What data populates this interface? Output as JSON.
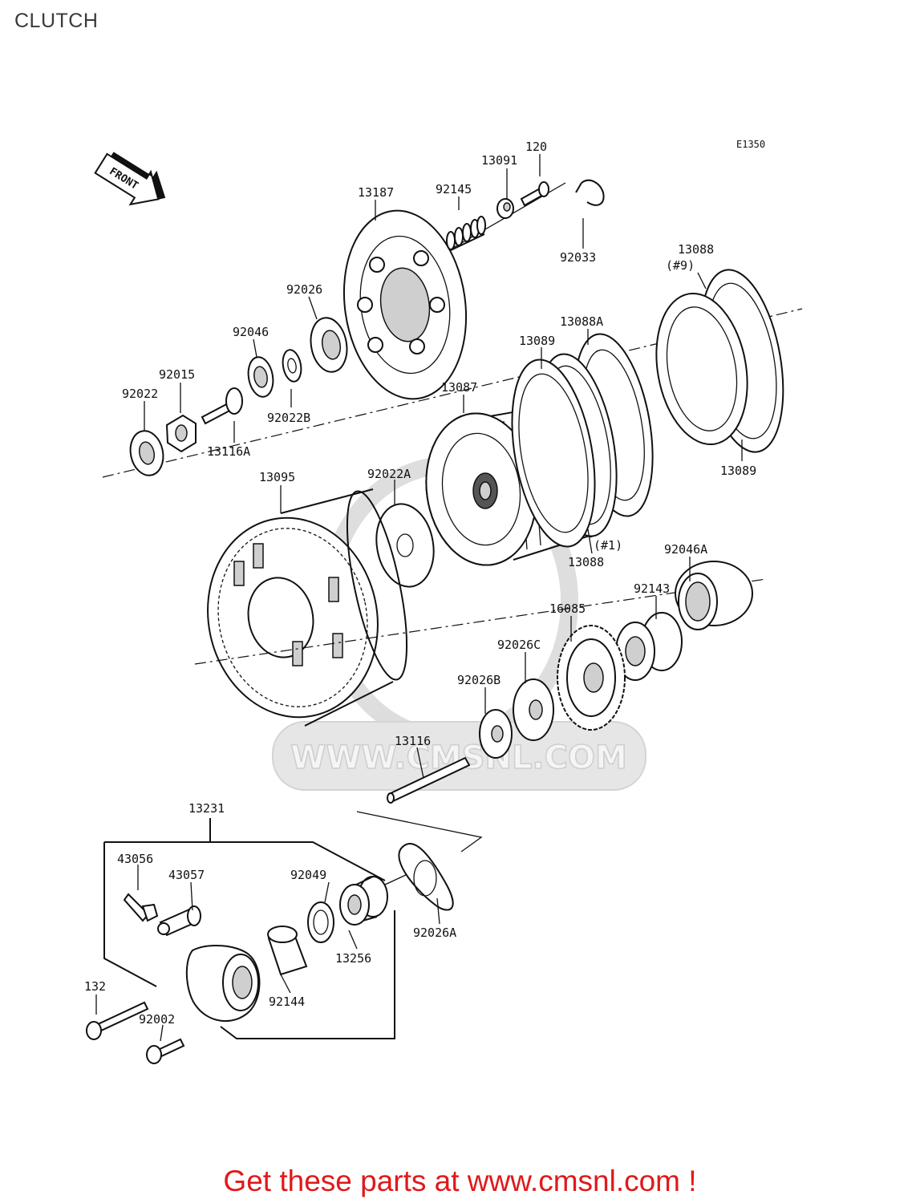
{
  "page": {
    "title": "CLUTCH"
  },
  "diagram": {
    "code": "E1350",
    "front_label": "FRONT",
    "watermark": "WWW.CMSNL.COM",
    "parts": [
      {
        "id": "p120",
        "label": "120"
      },
      {
        "id": "p13091",
        "label": "13091"
      },
      {
        "id": "p92145",
        "label": "92145"
      },
      {
        "id": "p13187",
        "label": "13187"
      },
      {
        "id": "p92033",
        "label": "92033"
      },
      {
        "id": "p13088_top",
        "label": "13088"
      },
      {
        "id": "p_n9",
        "label": "(#9)"
      },
      {
        "id": "p92026",
        "label": "92026"
      },
      {
        "id": "p13088A",
        "label": "13088A"
      },
      {
        "id": "p92046",
        "label": "92046"
      },
      {
        "id": "p13089_a",
        "label": "13089"
      },
      {
        "id": "p92015",
        "label": "92015"
      },
      {
        "id": "p92022",
        "label": "92022"
      },
      {
        "id": "p13087",
        "label": "13087"
      },
      {
        "id": "p92022B",
        "label": "92022B"
      },
      {
        "id": "p13116A",
        "label": "13116A"
      },
      {
        "id": "p13089_b",
        "label": "13089"
      },
      {
        "id": "p13095",
        "label": "13095"
      },
      {
        "id": "p92022A",
        "label": "92022A"
      },
      {
        "id": "p_n1",
        "label": "(#1)"
      },
      {
        "id": "p92046A",
        "label": "92046A"
      },
      {
        "id": "p13088_bot",
        "label": "13088"
      },
      {
        "id": "p92143",
        "label": "92143"
      },
      {
        "id": "p16085",
        "label": "16085"
      },
      {
        "id": "p92026C",
        "label": "92026C"
      },
      {
        "id": "p92026B",
        "label": "92026B"
      },
      {
        "id": "p13116",
        "label": "13116"
      },
      {
        "id": "p13231",
        "label": "13231"
      },
      {
        "id": "p43056",
        "label": "43056"
      },
      {
        "id": "p43057",
        "label": "43057"
      },
      {
        "id": "p92049",
        "label": "92049"
      },
      {
        "id": "p92026A",
        "label": "92026A"
      },
      {
        "id": "p13256",
        "label": "13256"
      },
      {
        "id": "p132",
        "label": "132"
      },
      {
        "id": "p92144",
        "label": "92144"
      },
      {
        "id": "p92002",
        "label": "92002"
      }
    ]
  },
  "footer": {
    "text": "Get these parts at www.cmsnl.com !"
  }
}
